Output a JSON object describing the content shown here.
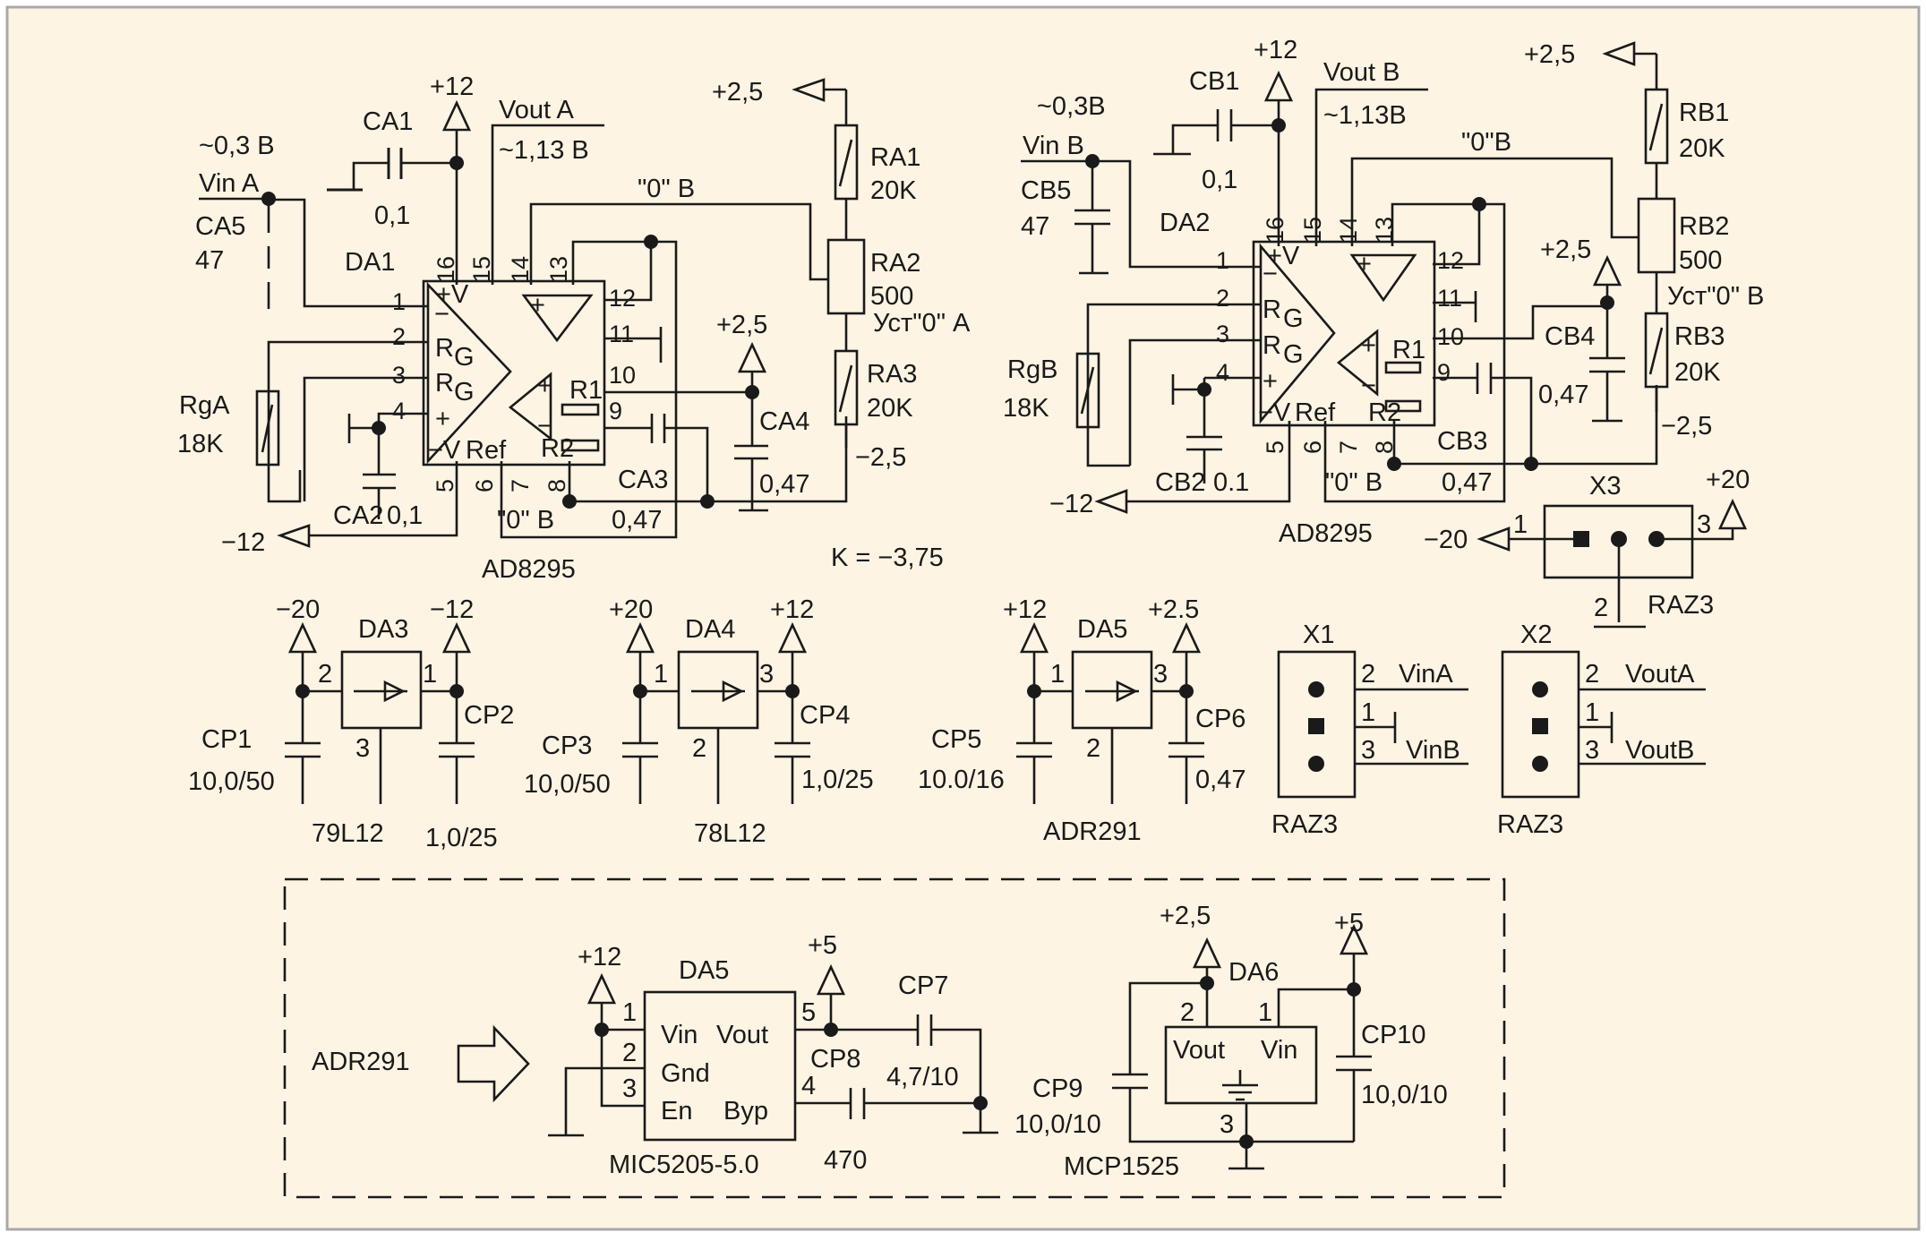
{
  "colors": {
    "background": "#fdf4e3",
    "border": "#a9a9a9",
    "ink": "#1a1a1a"
  },
  "ch_a": {
    "vin_label": "Vin A",
    "vin_level": "~0,3 В",
    "vout_label": "Vout A",
    "vout_level": "~1,13 В",
    "zero_label": "\"0\" В",
    "zero_label2": "\"0\" В",
    "amp_name": "DA1",
    "amp_part": "AD8295",
    "ca5": "CA5",
    "ca5_val": "47",
    "ca1": "CA1",
    "ca1_val": "0,1",
    "ca2": "CA2",
    "ca2_val": "0,1",
    "ca3": "CA3",
    "ca3_val": "0,47",
    "ca4": "CA4",
    "ca4_val": "0,47",
    "rga": "RgA",
    "rga_val": "18K",
    "ra1": "RA1",
    "ra1_val": "20K",
    "ra2": "RA2",
    "ra2_val": "500",
    "ra2_note": "Уст\"0\" А",
    "ra3": "RA3",
    "ra3_val": "20K",
    "p12": "+12",
    "m12": "−12",
    "p25": "+2,5",
    "p25b": "+2,5",
    "m25": "−2,5",
    "gain": "K = −3,75"
  },
  "ch_b": {
    "vin_label": "Vin B",
    "vin_level": "~0,3В",
    "vout_label": "Vout B",
    "vout_level": "~1,13В",
    "zero_label": "\"0\"В",
    "zero_label2": "\"0\" В",
    "amp_name": "DA2",
    "amp_part": "AD8295",
    "cb1": "CB1",
    "cb1_val": "0,1",
    "cb2": "CB2",
    "cb2_val": "0.1",
    "cb3": "CB3",
    "cb3_val": "0,47",
    "cb4": "CB4",
    "cb4_val": "0,47",
    "cb5": "CB5",
    "cb5_val": "47",
    "rgb": "RgB",
    "rgb_val": "18K",
    "rb1": "RB1",
    "rb1_val": "20K",
    "rb2": "RB2",
    "rb2_val": "500",
    "rb2_note": "Уст\"0\" В",
    "rb3": "RB3",
    "rb3_val": "20K",
    "p12": "+12",
    "m12": "−12",
    "p25": "+2,5",
    "p25b": "+2,5",
    "m25": "−2,5"
  },
  "amp_pins": {
    "rg": "R",
    "g": "G",
    "plus": "+",
    "minus": "−",
    "vplus": "+V",
    "vminus": "−V",
    "ref": "Ref",
    "r1": "R1",
    "r2": "R2",
    "n1": "1",
    "n2": "2",
    "n3": "3",
    "n4": "4",
    "n5": "5",
    "n6": "6",
    "n7": "7",
    "n8": "8",
    "n9": "9",
    "n10": "10",
    "n11": "11",
    "n12": "12",
    "n13": "13",
    "n14": "14",
    "n15": "15",
    "n16": "16"
  },
  "x3": {
    "name": "X3",
    "part": "RAZ3",
    "m20": "−20",
    "p20": "+20",
    "pin1": "1",
    "pin2": "2",
    "pin3": "3"
  },
  "regs": {
    "da3": "DA3",
    "da3_part": "79L12",
    "da3_in": "−20",
    "da3_out": "−12",
    "da3_pin_in": "2",
    "da3_pin_out": "1",
    "da3_pin_gnd": "3",
    "cp1": "CP1",
    "cp1_val": "10,0/50",
    "cp2": "CP2",
    "cp2_val": "1,0/25",
    "da4": "DA4",
    "da4_part": "78L12",
    "da4_in": "+20",
    "da4_out": "+12",
    "da4_pin_in": "1",
    "da4_pin_out": "3",
    "da4_pin_gnd": "2",
    "cp3": "CP3",
    "cp3_val": "10,0/50",
    "cp4": "CP4",
    "cp4_val": "1,0/25",
    "da5": "DA5",
    "da5_part": "ADR291",
    "da5_in": "+12",
    "da5_out": "+2.5",
    "da5_pin_in": "1",
    "da5_pin_out": "3",
    "da5_pin_gnd": "2",
    "cp5": "CP5",
    "cp5_val": "10.0/16",
    "cp6": "CP6",
    "cp6_val": "0,47"
  },
  "x1": {
    "name": "X1",
    "part": "RAZ3",
    "p1": "1",
    "p2": "2",
    "p3": "3",
    "s2": "VinA",
    "s3": "VinB"
  },
  "x2": {
    "name": "X2",
    "part": "RAZ3",
    "p1": "1",
    "p2": "2",
    "p3": "3",
    "s2": "VoutA",
    "s3": "VoutB"
  },
  "sub": {
    "adr": "ADR291",
    "da5": "DA5",
    "mic": "MIC5205-5.0",
    "p12": "+12",
    "p5": "+5",
    "vin": "Vin",
    "gnd": "Gnd",
    "en": "En",
    "vout": "Vout",
    "byp": "Byp",
    "n1": "1",
    "n2": "2",
    "n3": "3",
    "n4": "4",
    "n5": "5",
    "cp7": "CP7",
    "cp7_val": "4,7/10",
    "cp8": "CP8",
    "cp8_val": "470",
    "cp9": "CP9",
    "cp9_val": "10,0/10",
    "da6": "DA6",
    "mcp": "MCP1525",
    "p25": "+2,5",
    "p5b": "+5",
    "vout6": "Vout",
    "vin6": "Vin",
    "m1": "1",
    "m2": "2",
    "m3": "3",
    "cp10": "CP10",
    "cp10_val": "10,0/10"
  }
}
